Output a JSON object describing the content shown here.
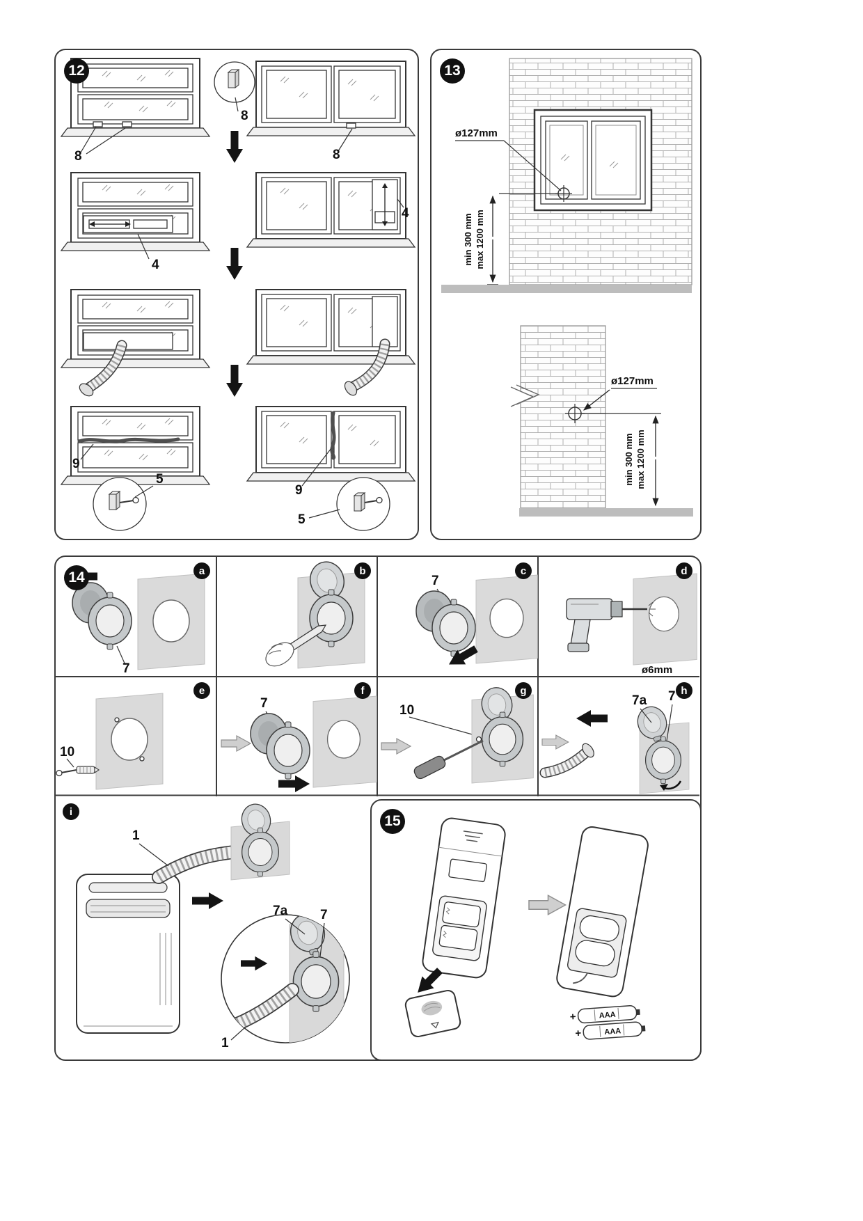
{
  "colors": {
    "line": "#333333",
    "badge_bg": "#111111",
    "badge_fg": "#ffffff",
    "wall_gray": "#d9d9d9",
    "ground_gray": "#bdbdbd"
  },
  "panel12": {
    "badge": "12",
    "labels": {
      "bracket_a": "8",
      "bracket_inset": "8",
      "bracket_b": "8",
      "kit_a": "4",
      "kit_b": "4",
      "seal_a": "9",
      "seal_b": "9",
      "lock_a": "5",
      "lock_b": "5"
    }
  },
  "panel13": {
    "badge": "13",
    "hole_top": "ø127mm",
    "hole_bottom": "ø127mm",
    "dim_min": "min 300 mm",
    "dim_max": "max 1200 mm"
  },
  "panel14": {
    "badge": "14",
    "steps": [
      {
        "letter": "a",
        "part": "7"
      },
      {
        "letter": "b"
      },
      {
        "letter": "c",
        "part": "7"
      },
      {
        "letter": "d",
        "note": "ø6mm"
      },
      {
        "letter": "e",
        "part": "10"
      },
      {
        "letter": "f",
        "part": "7"
      },
      {
        "letter": "g",
        "part": "10"
      },
      {
        "letter": "h",
        "part_a": "7a",
        "part_b": "7"
      },
      {
        "letter": "i",
        "hose": "1",
        "part_a": "7a",
        "part_b": "7",
        "hose_inset": "1"
      }
    ]
  },
  "panel15": {
    "badge": "15",
    "battery_label": "AAA",
    "battery_plus": "+"
  }
}
